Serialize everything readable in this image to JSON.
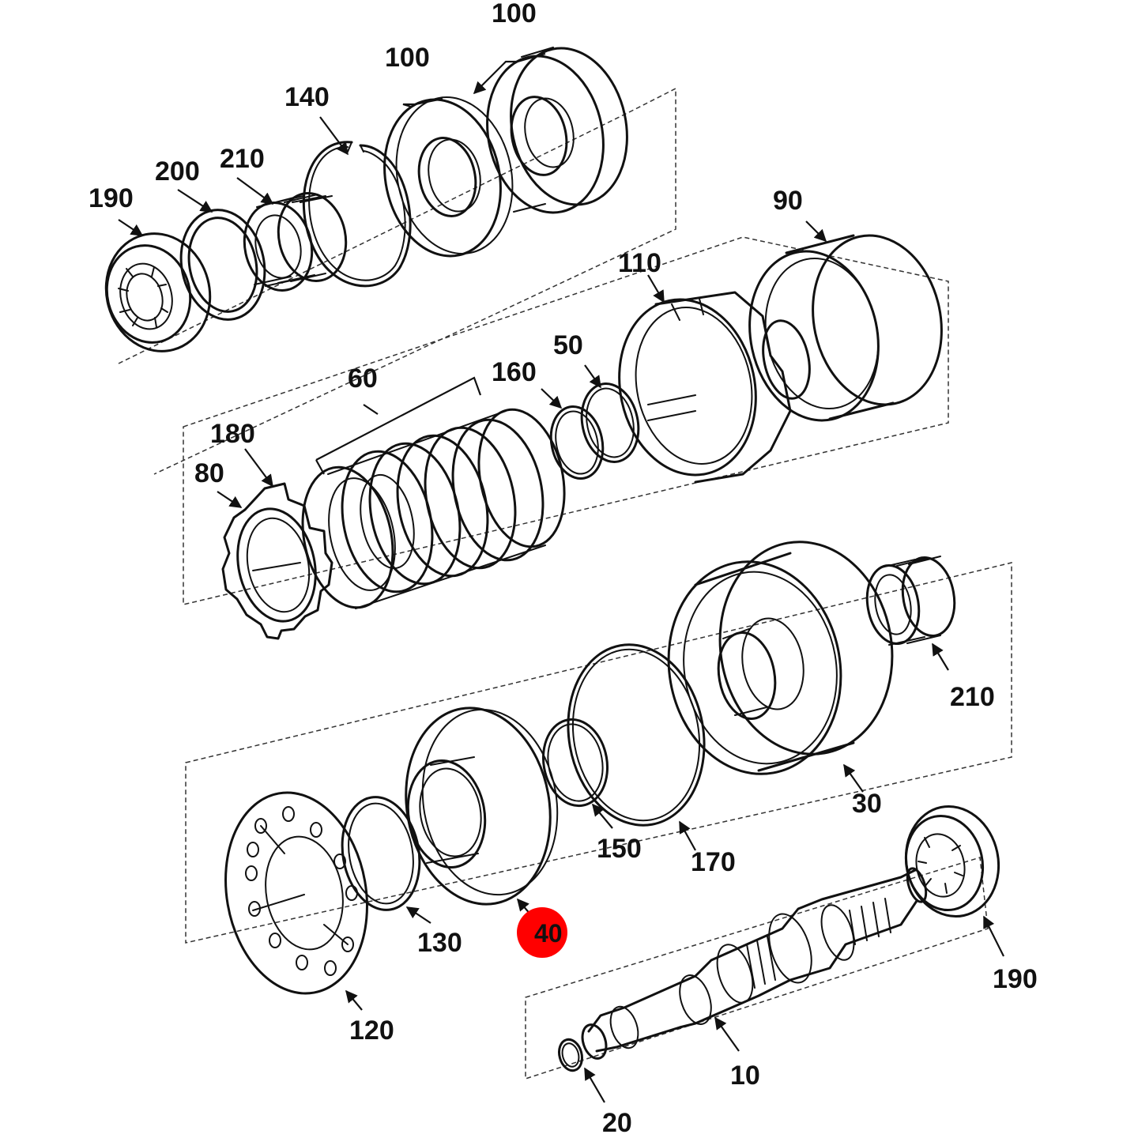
{
  "highlight_color": "#ff0000",
  "callouts": {
    "c100a": "100",
    "c100b": "100",
    "c140": "140",
    "c210a": "210",
    "c200": "200",
    "c190a": "190",
    "c90": "90",
    "c110": "110",
    "c50": "50",
    "c160": "160",
    "c60": "60",
    "c180": "180",
    "c80": "80",
    "c210b": "210",
    "c30": "30",
    "c170": "170",
    "c150": "150",
    "c130": "130",
    "c40": "40",
    "c120": "120",
    "c190b": "190",
    "c10": "10",
    "c20": "20"
  }
}
